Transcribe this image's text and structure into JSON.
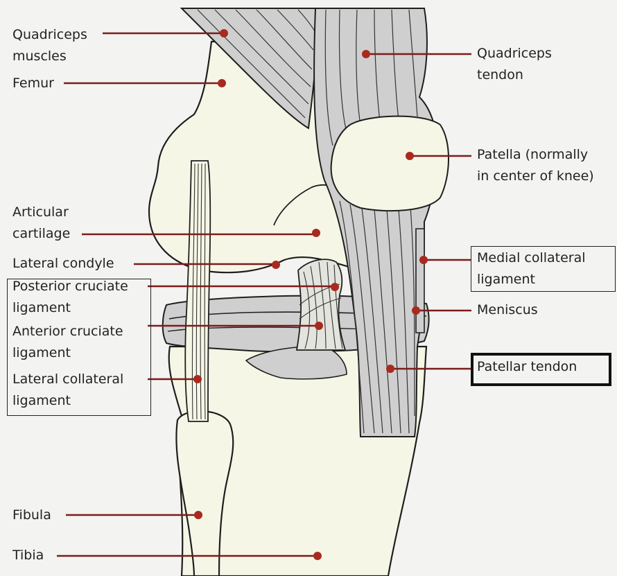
{
  "diagram": {
    "colors": {
      "background": "#f3f3f1",
      "bone": "#f6f6e6",
      "tendon": "#cfcfcf",
      "outline": "#1e1e1e",
      "leader": "#7a1c1c",
      "dot": "#a82a1f"
    },
    "labels": {
      "quadriceps_muscles": [
        "Quadriceps",
        "muscles"
      ],
      "femur": "Femur",
      "articular_cartilage": [
        "Articular",
        "cartilage"
      ],
      "lateral_condyle": "Lateral condyle",
      "posterior_cruciate_ligament": [
        "Posterior cruciate",
        "ligament"
      ],
      "anterior_cruciate_ligament": [
        "Anterior cruciate",
        "ligament"
      ],
      "lateral_collateral_ligament": [
        "Lateral collateral",
        "ligament"
      ],
      "fibula": "Fibula",
      "tibia": "Tibia",
      "quadriceps_tendon": [
        "Quadriceps",
        "tendon"
      ],
      "patella": [
        "Patella (normally",
        "in center of knee)"
      ],
      "medial_collateral_ligament": [
        "Medial collateral",
        "ligament"
      ],
      "meniscus": "Meniscus",
      "patellar_tendon": "Patellar tendon"
    }
  }
}
